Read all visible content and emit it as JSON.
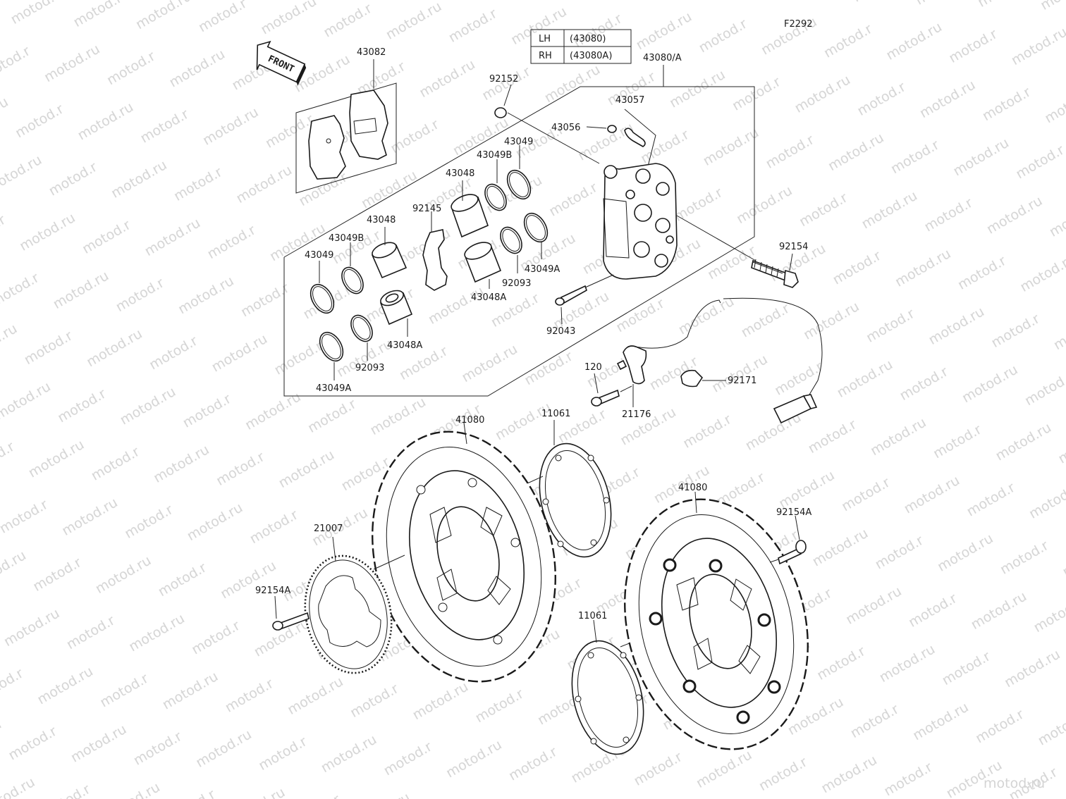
{
  "figure_code": "F2292",
  "watermark_text": "motod.ru",
  "front_arrow_label": "FRONT",
  "variant_table": [
    {
      "side": "LH",
      "part": "(43080)"
    },
    {
      "side": "RH",
      "part": "(43080A)"
    }
  ],
  "callouts": {
    "caliper_assy": "43080/A",
    "pad_set": "43082",
    "bleeder_cap": "92152",
    "bleeder_valve": "43056",
    "bleeder_cap_b": "43057",
    "seal_43049_upper": "43049",
    "seal_43049b_upper": "43049B",
    "piston_43048_upper": "43048",
    "spring_92145": "92145",
    "piston_43048_mid": "43048",
    "seal_43049b_left": "43049B",
    "seal_43049_left": "43049",
    "seal_43049a_right": "43049A",
    "seal_92093_right": "92093",
    "piston_43048a_right": "43048A",
    "pin_92043": "92043",
    "piston_43048a_left": "43048A",
    "seal_92093_left": "92093",
    "seal_43049a_left": "43049A",
    "bolt_92154": "92154",
    "bolt_120": "120",
    "sensor_21176": "21176",
    "clamp_92171": "92171",
    "disc_left": "41080",
    "shim_upper": "11061",
    "disc_right": "41080",
    "bolt_92154a_right": "92154A",
    "rotor_21007": "21007",
    "bolt_92154a_left": "92154A",
    "shim_lower": "11061"
  }
}
